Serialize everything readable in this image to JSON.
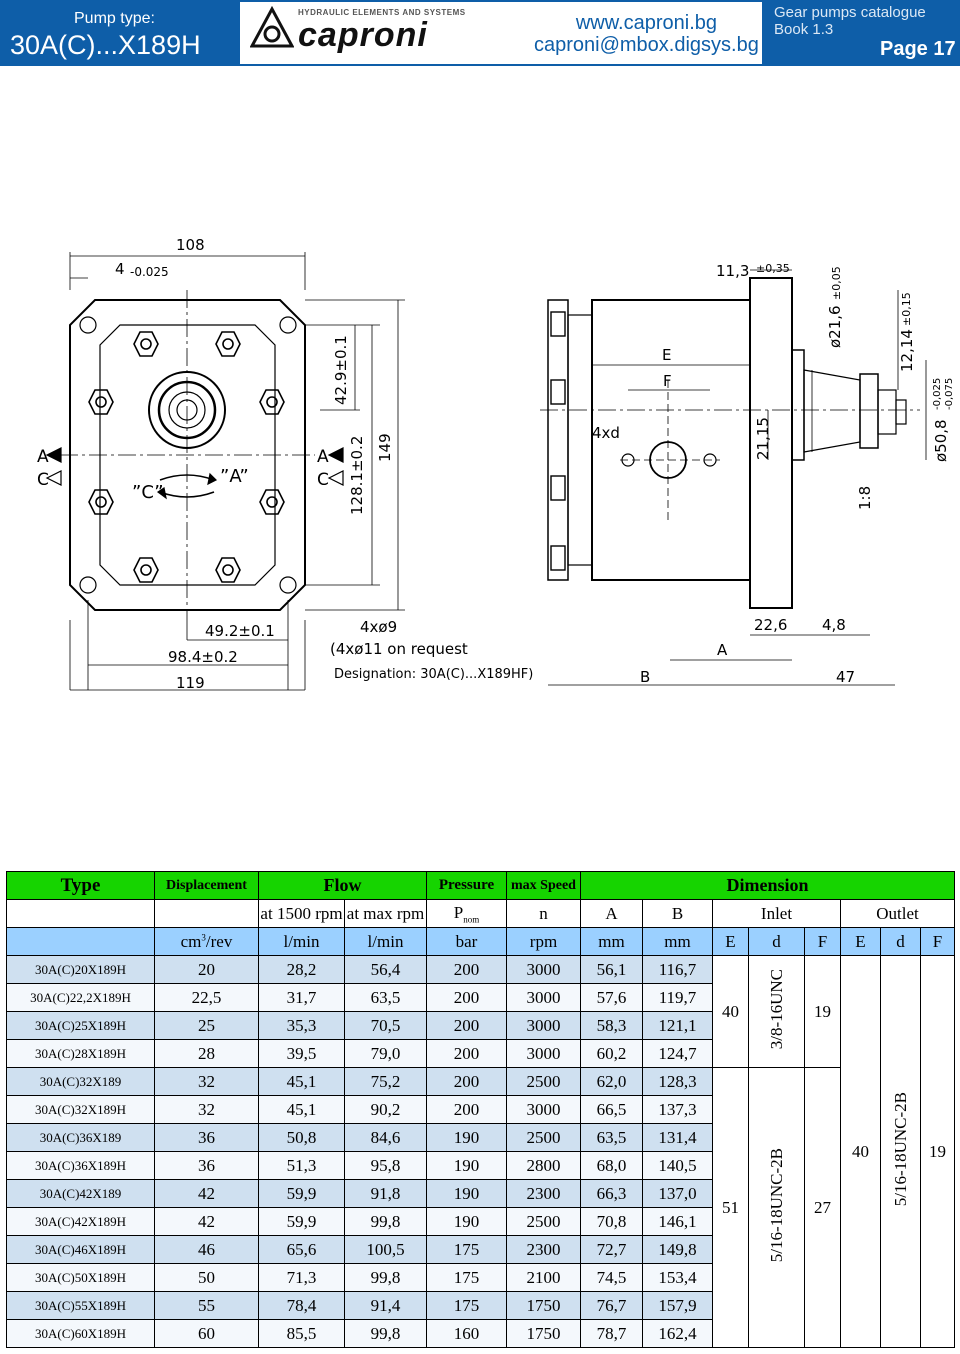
{
  "header": {
    "pump_type_label": "Pump type:",
    "pump_model": "30A(C)...X189H",
    "brand_tagline": "HYDRAULIC ELEMENTS AND SYSTEMS",
    "brand_name": "caproni",
    "website": "www.caproni.bg",
    "email": "caproni@mbox.digsys.bg",
    "catalogue": "Gear pumps catalogue",
    "book": "Book 1.3",
    "page": "Page 17"
  },
  "drawing": {
    "front": {
      "dim_108": "108",
      "dim_4": "4",
      "dim_4_tol": "-0.025",
      "dim_42_9": "42.9±0.1",
      "dim_128_1": "128.1±0.2",
      "dim_149": "149",
      "dim_49_2": "49.2±0.1",
      "dim_98_4": "98.4±0.2",
      "dim_119": "119",
      "holes": "4xø9",
      "holes_note": "(4xø11 on request",
      "designation": "Designation: 30A(C)...X189HF)",
      "port_a": "A",
      "port_c": "C",
      "rot_c": "”C”",
      "rot_a": "”A”"
    },
    "side": {
      "dim_11_3": "11,3",
      "dim_11_3_tol": "±0,35",
      "dim_21_6": "ø21,6",
      "dim_21_6_tol": "±0,05",
      "dim_12_14": "12,14",
      "dim_12_14_tol": "±0,15",
      "dim_50_8": "ø50,8",
      "dim_50_8_tol_a": "-0,025",
      "dim_50_8_tol_b": "-0,075",
      "dim_21_15": "21,15",
      "taper": "1:8",
      "dim_e": "E",
      "dim_f": "F",
      "dim_4xd": "4xd",
      "dim_22_6": "22,6",
      "dim_4_8": "4,8",
      "dim_a": "A",
      "dim_b": "B",
      "dim_47": "47"
    }
  },
  "table": {
    "h_type": "Type",
    "h_disp": "Displacement",
    "h_flow": "Flow",
    "h_press": "Pressure",
    "h_speed": "max Speed",
    "h_dim": "Dimension",
    "s_1500": "at 1500 rpm",
    "s_max": "at max rpm",
    "s_pnom": "P",
    "s_pnom_sub": "nom",
    "s_n": "n",
    "s_a": "A",
    "s_b": "B",
    "s_inlet": "Inlet",
    "s_outlet": "Outlet",
    "u_disp": "cm",
    "u_disp_sup": "3",
    "u_disp_tail": "/rev",
    "u_lmin1": "l/min",
    "u_lmin2": "l/min",
    "u_bar": "bar",
    "u_rpm": "rpm",
    "u_mm1": "mm",
    "u_mm2": "mm",
    "u_e1": "E",
    "u_d1": "d",
    "u_f1": "F",
    "u_e2": "E",
    "u_d2": "d",
    "u_f2": "F",
    "rows": [
      [
        "30A(C)20X189H",
        "20",
        "28,2",
        "56,4",
        "200",
        "3000",
        "56,1",
        "116,7"
      ],
      [
        "30A(C)22,2X189H",
        "22,5",
        "31,7",
        "63,5",
        "200",
        "3000",
        "57,6",
        "119,7"
      ],
      [
        "30A(C)25X189H",
        "25",
        "35,3",
        "70,5",
        "200",
        "3000",
        "58,3",
        "121,1"
      ],
      [
        "30A(C)28X189H",
        "28",
        "39,5",
        "79,0",
        "200",
        "3000",
        "60,2",
        "124,7"
      ],
      [
        "30A(C)32X189",
        "32",
        "45,1",
        "75,2",
        "200",
        "2500",
        "62,0",
        "128,3"
      ],
      [
        "30A(C)32X189H",
        "32",
        "45,1",
        "90,2",
        "200",
        "3000",
        "66,5",
        "137,3"
      ],
      [
        "30A(C)36X189",
        "36",
        "50,8",
        "84,6",
        "190",
        "2500",
        "63,5",
        "131,4"
      ],
      [
        "30A(C)36X189H",
        "36",
        "51,3",
        "95,8",
        "190",
        "2800",
        "68,0",
        "140,5"
      ],
      [
        "30A(C)42X189",
        "42",
        "59,9",
        "91,8",
        "190",
        "2300",
        "66,3",
        "137,0"
      ],
      [
        "30A(C)42X189H",
        "42",
        "59,9",
        "99,8",
        "190",
        "2500",
        "70,8",
        "146,1"
      ],
      [
        "30A(C)46X189H",
        "46",
        "65,6",
        "100,5",
        "175",
        "2300",
        "72,7",
        "149,8"
      ],
      [
        "30A(C)50X189H",
        "50",
        "71,3",
        "99,8",
        "175",
        "2100",
        "74,5",
        "153,4"
      ],
      [
        "30A(C)55X189H",
        "55",
        "78,4",
        "91,4",
        "175",
        "1750",
        "76,7",
        "157,9"
      ],
      [
        "30A(C)60X189H",
        "60",
        "85,5",
        "99,8",
        "160",
        "1750",
        "78,7",
        "162,4"
      ]
    ],
    "inlet_group1": {
      "E": "40",
      "d": "3/8-16UNC",
      "F": "19"
    },
    "inlet_group2": {
      "E": "51",
      "d": "5/16-18UNC-2B",
      "F": "27"
    },
    "outlet": {
      "E": "40",
      "d": "5/16-18UNC-2B",
      "F": "19"
    }
  }
}
